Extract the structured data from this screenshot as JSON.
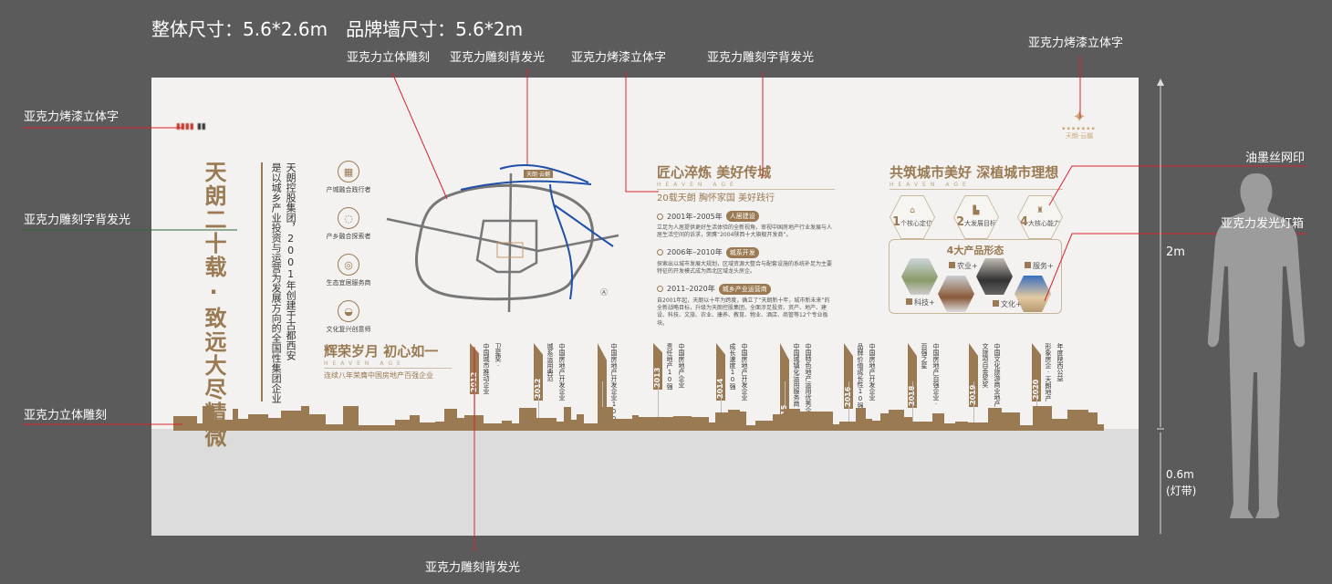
{
  "header": {
    "spec": "整体尺寸：5.6*2.6m　品牌墙尺寸：5.6*2m"
  },
  "annotations": {
    "top": [
      "亚克力立体雕刻",
      "亚克力雕刻背发光",
      "亚克力烤漆立体字",
      "亚克力雕刻字背发光"
    ],
    "top_right": "亚克力烤漆立体字",
    "left": [
      "亚克力烤漆立体字",
      "亚克力雕刻字背发光",
      "亚克力立体雕刻"
    ],
    "right": [
      "油墨丝网印",
      "亚克力发光灯箱"
    ],
    "bottom": "亚克力雕刻背发光"
  },
  "dimensions": {
    "wall_height": "2m",
    "band_height": "0.6m",
    "band_note": "(灯带)"
  },
  "colors": {
    "accent": "#9a7a52",
    "annotation_line": "#d9242f",
    "river": "#1f4fa8"
  },
  "wall": {
    "vertical_title": "天朗二十载·致远大尽精微",
    "intro_lines": [
      "天朗控股集团，2001年创建于古都西安",
      "是以城乡产业投资与运营为发展方向的全国性集团企业"
    ],
    "roles": [
      "产城融合践行者",
      "产乡融合探索者",
      "生态宜居服务商",
      "文化复兴创意师"
    ],
    "map": {
      "highlight": "天朗·云樾"
    },
    "history": {
      "title": "匠心淬炼 美好传城",
      "en": "HEAVEN AGE",
      "subtitle": "20载天朗 胸怀家国 美好践行",
      "eras": [
        {
          "years": "2001年–2005年",
          "badge": "人居建设",
          "text": "立足为人居提供更好生活体验的全新视角，审视中国房地产行业发展与人居生活空间的诉求，荣膺“2004陕西十大旗舰开发商”。"
        },
        {
          "years": "2006年–2010年",
          "badge": "城系开发",
          "text": "探索出以城市发展大规划，区域资源大整合与配套设施的系统补足为主要特征的开发模式成为西北区域龙头房企。"
        },
        {
          "years": "2011–2020年",
          "badge": "城乡产业运营商",
          "text": "自2001年起，天朗以十年为跨度，确立了“天朗新十年，城市新未来”的全新战略目标，升级为天朗控股集团，全面涉足投资、资产、地产、建设、科技、文旅、农业、康养、教育、物业、酒店、商管等12个专业板块。"
        }
      ]
    },
    "vision": {
      "title": "共筑城市美好 深植城市理想",
      "en": "HEAVEN AGE",
      "hexes": [
        {
          "num": "1",
          "label": "个核心定位"
        },
        {
          "num": "2",
          "label": "大发展目标"
        },
        {
          "num": "4",
          "label": "大核心能力"
        }
      ],
      "products_title": "4大产品形态",
      "products": [
        "农业+",
        "服务+",
        "科技+",
        "文化+"
      ]
    },
    "glory": {
      "title": "辉荣岁月 初心如一",
      "en": "HEAVEN AGE",
      "subtitle": "连续八年荣膺中国房地产百强企业"
    },
    "timeline": [
      {
        "year": "2012",
        "cols": [
          "中国城市推动企业",
          "卫星奖·"
        ]
      },
      {
        "year": "2012",
        "cols": [
          "城系运用典范",
          "中国房地产开发企业"
        ]
      },
      {
        "year": "2013",
        "cols": [
          "中国房地产开发企业100强"
        ]
      },
      {
        "year": "2013",
        "cols": [
          "责任地产10强",
          "中国房地产企业"
        ]
      },
      {
        "year": "2014",
        "cols": [
          "成长速度10强",
          "中国房地产开发企业"
        ]
      },
      {
        "year": "2015",
        "cols": [
          "中国城镇化运用服务商",
          "中国特色地产运用优秀企业·"
        ]
      },
      {
        "year": "2016",
        "cols": [
          "品牌价值成长性10强",
          "中国房地产开发企业"
        ]
      },
      {
        "year": "2018",
        "cols": [
          "百强之星",
          "中国房地产百强企业·"
        ]
      },
      {
        "year": "2019",
        "cols": [
          "文旅项目金奖奖",
          "中国文化旅游商业地产"
        ]
      },
      {
        "year": "2020",
        "cols": [
          "形象房企·天朗地产",
          "年度陕西公益"
        ]
      }
    ]
  }
}
